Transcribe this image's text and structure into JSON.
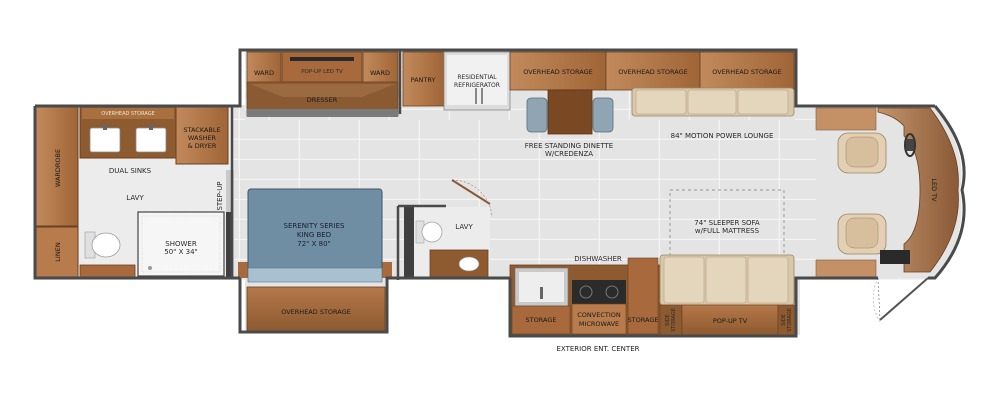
{
  "labels": {
    "ward_left": "WARD",
    "popup_led_tv": "POP-UP LED TV",
    "ward_right": "WARD",
    "dresser": "DRESSER",
    "pantry": "PANTRY",
    "residential_refrigerator_1": "RESIDENTIAL",
    "residential_refrigerator_2": "REFRIGERATOR",
    "overhead_storage_1": "OVERHEAD STORAGE",
    "overhead_storage_2": "OVERHEAD STORAGE",
    "overhead_storage_3": "OVERHEAD STORAGE",
    "overhead_storage_bath": "OVERHEAD STORAGE",
    "stackable_1": "STACKABLE",
    "stackable_2": "WASHER",
    "stackable_3": "& DRYER",
    "wardrobe": "WARDROBE",
    "linen": "LINEN",
    "dual_sinks": "DUAL SINKS",
    "lavy_bath": "LAVY",
    "step_up": "STEP-UP",
    "shower_1": "SHOWER",
    "shower_2": "50\" X 34\"",
    "bed_1": "SERENITY SERIES",
    "bed_2": "KING BED",
    "bed_3": "72\" X 80\"",
    "overhead_storage_bed": "OVERHEAD STORAGE",
    "lavy_half": "LAVY",
    "dinette_1": "FREE STANDING DINETTE",
    "dinette_2": "W/CREDENZA",
    "motion_lounge": "84\" MOTION POWER LOUNGE",
    "sofa_1": "74\" SLEEPER SOFA",
    "sofa_2": "w/FULL MATTRESS",
    "dishwasher": "DISHWASHER",
    "storage_left": "STORAGE",
    "convection_1": "CONVECTION",
    "convection_2": "MICROWAVE",
    "storage_right": "STORAGE",
    "side_storage_left_1": "SIDE",
    "side_storage_left_2": "STORAGE",
    "popup_tv": "POP-UP TV",
    "side_storage_right_1": "SIDE",
    "side_storage_right_2": "STORAGE",
    "led_tv": "LED TV",
    "exterior_ent_center": "EXTERIOR ENT. CENTER"
  },
  "colors": {
    "floor_tile": "#e4e4e4",
    "tile_line": "#f4f4f4",
    "wall": "#4a4a4a",
    "cabinet": "#a86a3c",
    "cabinet_dark": "#7a4822",
    "cabinet_light": "#c49066",
    "sofa": "#dac8ad",
    "bed": "#6f8ea3",
    "bedding": "#a9c0d1"
  }
}
